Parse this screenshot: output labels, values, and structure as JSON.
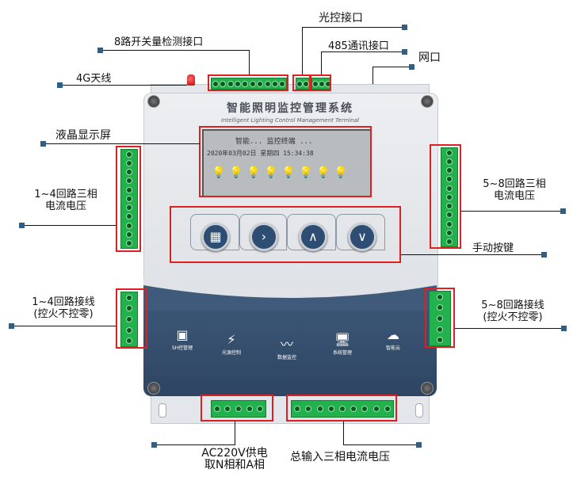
{
  "device": {
    "title_cn": "智能照明监控管理系统",
    "title_en": "Intelligent Lighting Control Management Terminal",
    "lcd": {
      "row1": "智能... 监控终端 ...",
      "row2": "2020年03月02日  星期四  15:34:38",
      "bulb_glyph": "💡",
      "bulb_count": 8
    },
    "keys": [
      {
        "name": "menu-key",
        "glyph": "▦"
      },
      {
        "name": "right-key",
        "glyph": "›"
      },
      {
        "name": "up-key",
        "glyph": "∧"
      },
      {
        "name": "down-key",
        "glyph": "∨"
      }
    ],
    "features": [
      {
        "name": "cpu",
        "glyph": "▣",
        "label": "SH控管理"
      },
      {
        "name": "light-control",
        "glyph": "⚡",
        "label": "光源控制"
      },
      {
        "name": "data-monitor",
        "glyph": "〰",
        "label": "数据监控"
      },
      {
        "name": "system-management",
        "glyph": "🖥",
        "label": "系统管理"
      },
      {
        "name": "cloud",
        "glyph": "☁",
        "label": "智能云"
      }
    ]
  },
  "labels": {
    "antenna": "4G天线",
    "switch_input": "8路开关量检测接口",
    "light_port": "光控接口",
    "rs485": "485通讯接口",
    "network": "网口",
    "lcd": "液晶显示屏",
    "ch1_4_cv_l1": "1~4回路三相",
    "ch1_4_cv_l2": "电流电压",
    "ch5_8_cv_l1": "5~8回路三相",
    "ch5_8_cv_l2": "电流电压",
    "manual_keys": "手动按键",
    "ch1_4_wire_l1": "1~4回路接线",
    "ch1_4_wire_l2": "(控火不控零)",
    "ch5_8_wire_l1": "5~8回路接线",
    "ch5_8_wire_l2": "(控火不控零)",
    "ac_power_l1": "AC220V供电",
    "ac_power_l2": "取N相和A相",
    "total_input": "总输入三相电流电压"
  },
  "colors": {
    "terminal": "#23b14d",
    "highlight": "#e02020",
    "panel_blue": "#2d4562",
    "marker": "#2f5f86"
  }
}
